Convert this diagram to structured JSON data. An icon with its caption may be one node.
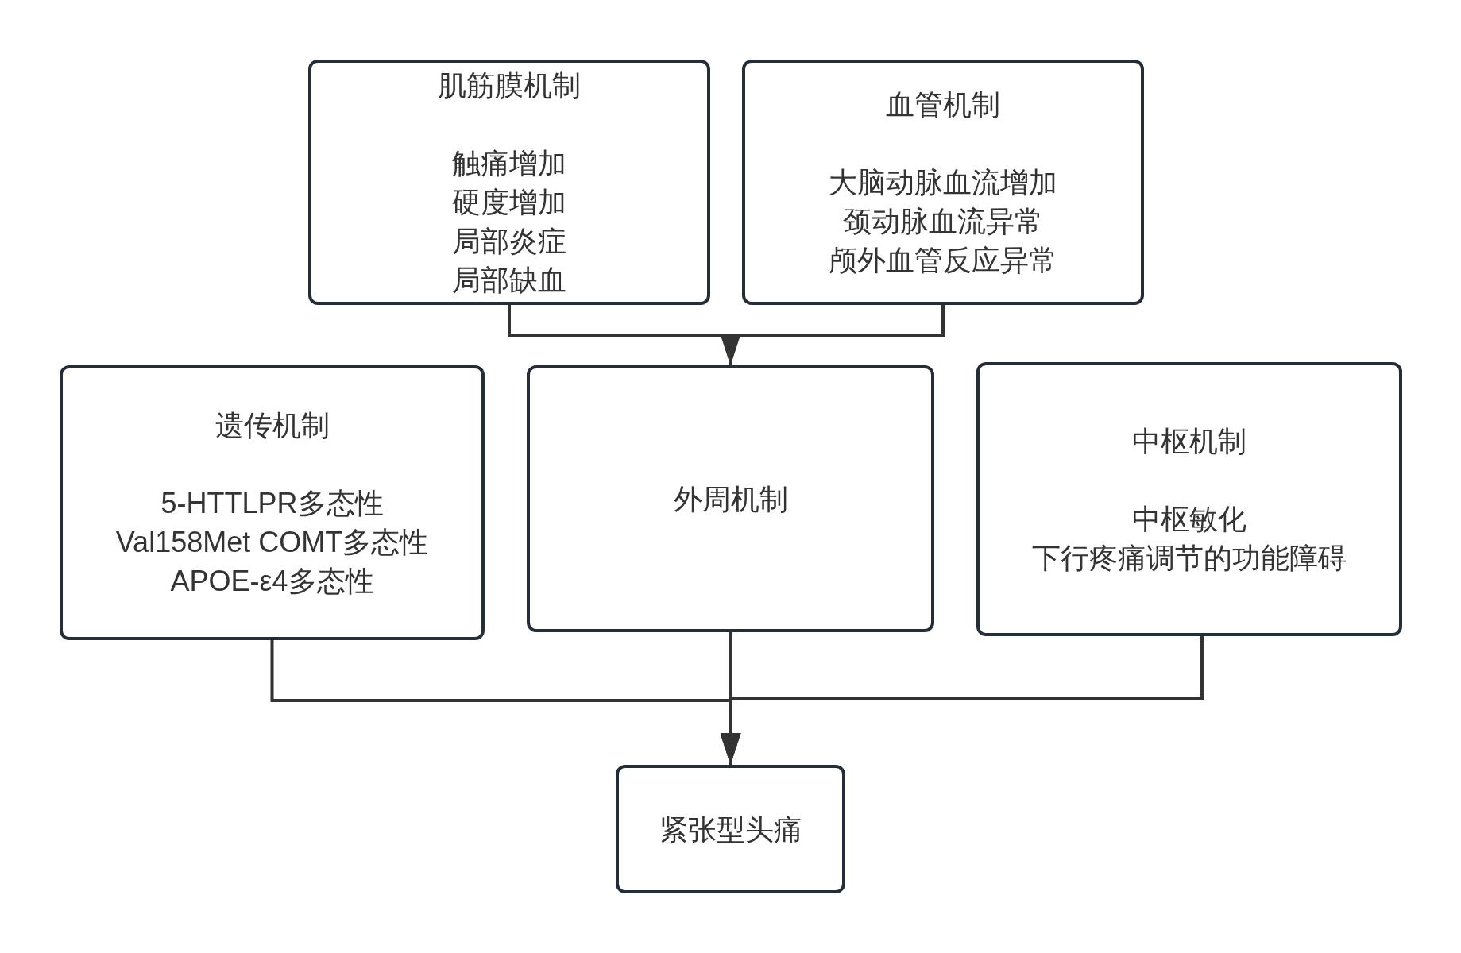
{
  "diagram": {
    "nodes": [
      {
        "text": [
          "肌筋膜机制",
          "触痛增加",
          "硬度增加",
          "局部炎症",
          "局部缺血"
        ]
      },
      {
        "text": [
          "血管机制",
          "大脑动脉血流增加",
          "颈动脉血流异常",
          "颅外血管反应异常"
        ]
      },
      {
        "text": [
          "遗传机制",
          "5-HTTLPR多态性",
          "Val158Met COMT多态性",
          "APOE-ε4多态性"
        ]
      },
      {
        "text": [
          "外周机制"
        ]
      },
      {
        "text": [
          "中枢机制",
          "中枢敏化",
          "下行疼痛调节的功能障碍"
        ]
      },
      {
        "text": [
          "紧张型头痛"
        ]
      }
    ],
    "edges": [
      {
        "from": 0,
        "to": 3,
        "arrow": "to"
      },
      {
        "from": 1,
        "to": 3,
        "arrow": "to"
      },
      {
        "from": 2,
        "to": 5,
        "arrow": "to"
      },
      {
        "from": 3,
        "to": 5,
        "arrow": "to"
      },
      {
        "from": 4,
        "to": 5,
        "arrow": "to"
      }
    ]
  }
}
